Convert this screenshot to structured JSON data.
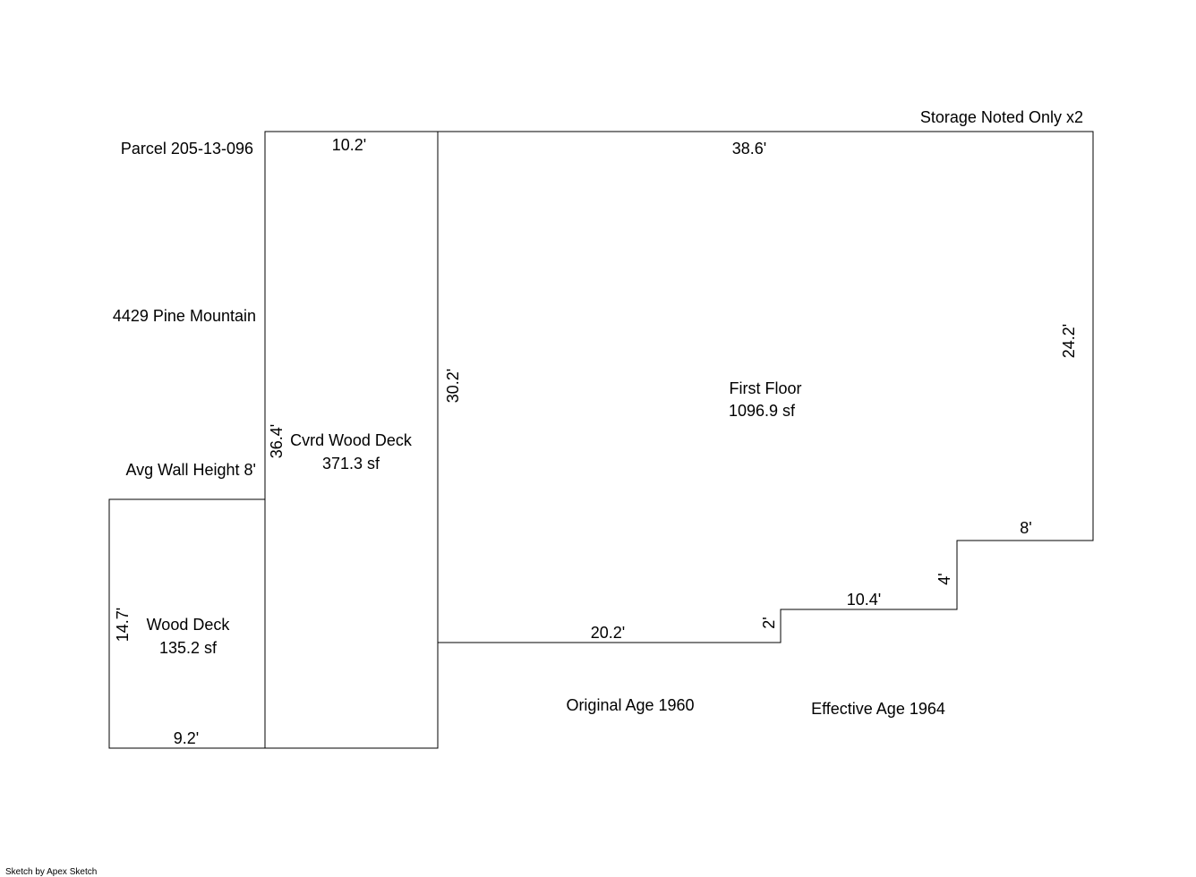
{
  "notes": {
    "parcel": "Parcel 205-13-096",
    "address": "4429 Pine Mountain",
    "wall_height": "Avg Wall Height 8'",
    "storage": "Storage Noted Only x2",
    "original_age": "Original Age 1960",
    "effective_age": "Effective Age 1964",
    "credit": "Sketch by Apex Sketch"
  },
  "areas": {
    "first_floor": {
      "name": "First Floor",
      "area": "1096.9 sf",
      "dims": {
        "top": "38.6'",
        "right": "24.2'",
        "step_top": "8'",
        "step_riser_1": "4'",
        "step_mid": "10.4'",
        "step_riser_2": "2'",
        "bottom": "20.2'",
        "left": "30.2'"
      }
    },
    "covered_deck": {
      "name": "Cvrd Wood Deck",
      "area": "371.3 sf",
      "dims": {
        "top": "10.2'",
        "left": "36.4'"
      }
    },
    "wood_deck": {
      "name": "Wood Deck",
      "area": "135.2 sf",
      "dims": {
        "left": "14.7'",
        "bottom": "9.2'"
      }
    }
  }
}
